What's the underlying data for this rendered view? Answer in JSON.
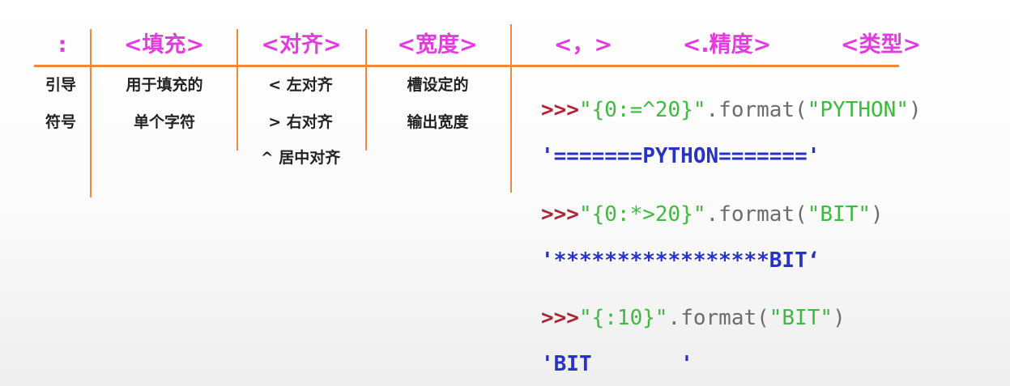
{
  "headers": {
    "colon": ":",
    "fill": "<填充>",
    "align": "<对齐>",
    "width": "<宽度>",
    "comma": "<，>",
    "precision": "<.精度>",
    "type": "<类型>"
  },
  "descriptions": {
    "colon_line1": "引导",
    "colon_line2": "符号",
    "fill_line1": "用于填充的",
    "fill_line2": "单个字符",
    "align_line1": "< 左对齐",
    "align_line2": "> 右对齐",
    "align_line3": "^ 居中对齐",
    "width_line1": "槽设定的",
    "width_line2": "输出宽度"
  },
  "examples": [
    {
      "prompt": ">>>",
      "fmt": "\"{0:=^20}\"",
      "method": ".format(",
      "arg": "\"PYTHON\"",
      "close": ")",
      "output": "'=======PYTHON======='"
    },
    {
      "prompt": ">>>",
      "fmt": "\"{0:*>20}\"",
      "method": ".format(",
      "arg": "\"BIT\"",
      "close": ")",
      "output": "'*****************BIT‘"
    },
    {
      "prompt": ">>>",
      "fmt": "\"{:10}\"",
      "method": ".format(",
      "arg": "\"BIT\"",
      "close": ")",
      "output": "'BIT       '"
    }
  ]
}
